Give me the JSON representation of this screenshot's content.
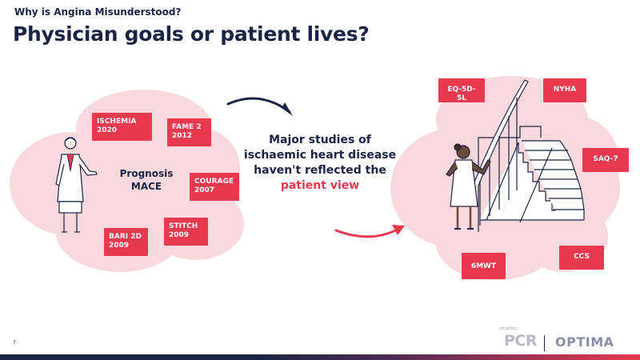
{
  "header": {
    "kicker": "Why is Angina Misunderstood?",
    "title": "Physician goals or patient lives?"
  },
  "left_cloud": {
    "center_label": "Prognosis MACE",
    "tags": [
      {
        "name": "ISCHEMIA",
        "year": "2020"
      },
      {
        "name": "FAME 2",
        "year": "2012"
      },
      {
        "name": "COURAGE",
        "year": "2007"
      },
      {
        "name": "STITCH",
        "year": "2009"
      },
      {
        "name": "BARI 2D",
        "year": "2009"
      }
    ]
  },
  "center": {
    "line1": "Major studies of",
    "line2": "ischaemic heart disease",
    "line3": "haven't reflected the",
    "accent": "patient view"
  },
  "right_cloud": {
    "tags": [
      "EQ-5D-5L",
      "NYHA",
      "SAQ-7",
      "CCS",
      "6MWT"
    ]
  },
  "footer": {
    "page_number": "7",
    "logo_pcr": "PCR",
    "logo_pcr_prefix": "eduation",
    "logo_optima": "OPTIMA"
  },
  "colors": {
    "accent": "#e8394f",
    "navy": "#1b2444",
    "cloud": "#f8d9dd"
  }
}
